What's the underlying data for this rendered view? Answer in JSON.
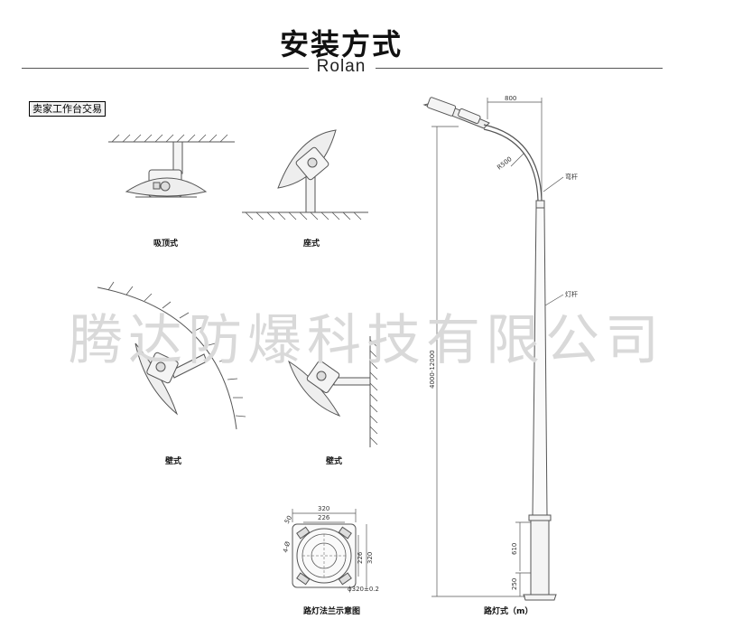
{
  "header": {
    "title": "安装方式",
    "subtitle": "Rolan"
  },
  "badge": "卖家工作台交易",
  "watermark": "腾达防爆科技有限公司",
  "captions": {
    "ceiling": "吸顶式",
    "seat": "座式",
    "wall1": "壁式",
    "wall2": "壁式",
    "flange": "路灯法兰示意图",
    "pole": "路灯式（m）"
  },
  "pole_dims": {
    "arm_length": "800",
    "radius": "R500",
    "height": "4000-12000",
    "base_upper": "610",
    "base_lower": "250",
    "label_arm": "弯杆",
    "label_pole": "灯杆"
  },
  "flange_dims": {
    "top_outer": "320",
    "top_inner": "226",
    "side_inner": "226",
    "side_outer": "320",
    "corner": "50",
    "bolt": "4-Ø",
    "bottom": "ϕ320±0.2"
  },
  "colors": {
    "line": "#555555",
    "watermark": "#d9d9d9",
    "lamp_fill": "#eeeeee"
  }
}
